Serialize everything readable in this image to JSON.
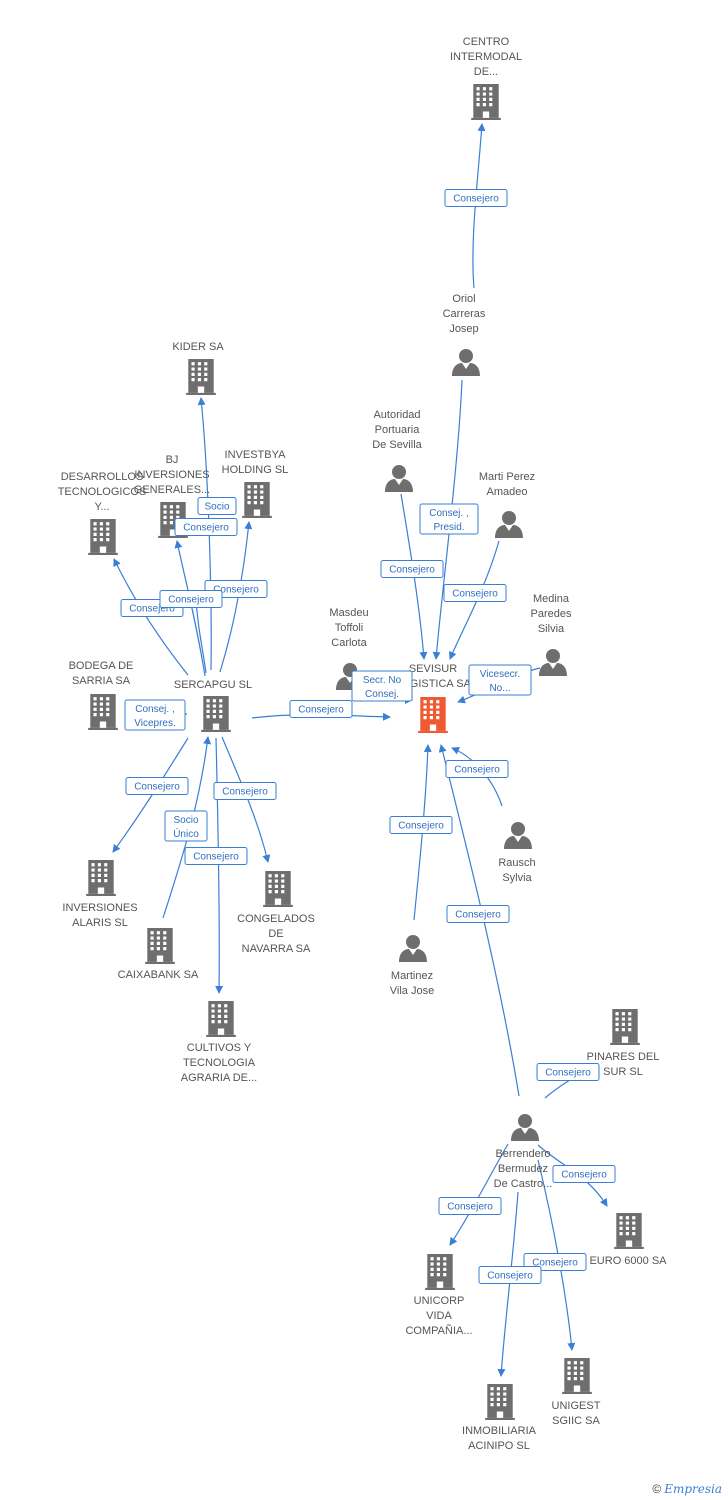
{
  "colors": {
    "node": "#6e6e6e",
    "focus": "#ef5a32",
    "edge": "#3a7fd5"
  },
  "nodes": [
    {
      "id": "centro",
      "type": "company",
      "label": [
        "CENTRO",
        "INTERMODAL",
        "DE..."
      ]
    },
    {
      "id": "oriol",
      "type": "person",
      "label": [
        "Oriol",
        "Carreras",
        "Josep"
      ]
    },
    {
      "id": "autoridad",
      "type": "person",
      "label": [
        "Autoridad",
        "Portuaria",
        "De Sevilla"
      ]
    },
    {
      "id": "marti",
      "type": "person",
      "label": [
        "Marti Perez",
        "Amadeo"
      ]
    },
    {
      "id": "medina",
      "type": "person",
      "label": [
        "Medina",
        "Paredes",
        "Silvia"
      ]
    },
    {
      "id": "masdeu",
      "type": "person",
      "label": [
        "Masdeu",
        "Toffoli",
        "Carlota"
      ]
    },
    {
      "id": "sevisur",
      "type": "focus",
      "label": [
        "SEVISUR",
        "LOGISTICA SA"
      ]
    },
    {
      "id": "rausch",
      "type": "person",
      "label": [
        "Rausch",
        "Sylvia"
      ]
    },
    {
      "id": "martinez",
      "type": "person",
      "label": [
        "Martinez",
        "Vila Jose"
      ]
    },
    {
      "id": "kider",
      "type": "company",
      "label": [
        "KIDER SA"
      ]
    },
    {
      "id": "bj",
      "type": "company",
      "label": [
        "BJ",
        "INVERSIONES",
        "GENERALES..."
      ]
    },
    {
      "id": "investbya",
      "type": "company",
      "label": [
        "INVESTBYA",
        "HOLDING SL"
      ]
    },
    {
      "id": "desarrollos",
      "type": "company",
      "label": [
        "DESARROLLOS",
        "TECNOLOGICOS",
        "Y..."
      ]
    },
    {
      "id": "bodega",
      "type": "company",
      "label": [
        "BODEGA DE",
        "SARRIA SA"
      ]
    },
    {
      "id": "sercapgu",
      "type": "company",
      "label": [
        "SERCAPGU SL"
      ]
    },
    {
      "id": "inversiones",
      "type": "company",
      "label": [
        "INVERSIONES",
        "ALARIS SL"
      ]
    },
    {
      "id": "caixabank",
      "type": "company",
      "label": [
        "CAIXABANK SA"
      ]
    },
    {
      "id": "congelados",
      "type": "company",
      "label": [
        "CONGELADOS",
        "DE",
        "NAVARRA SA"
      ]
    },
    {
      "id": "cultivos",
      "type": "company",
      "label": [
        "CULTIVOS Y",
        "TECNOLOGIA",
        "AGRARIA DE..."
      ]
    },
    {
      "id": "pinares",
      "type": "company",
      "label": [
        "PINARES DEL",
        "SUR SL"
      ]
    },
    {
      "id": "berrendero",
      "type": "person",
      "label": [
        "Berrendero",
        "Bermudez",
        "De Castro..."
      ]
    },
    {
      "id": "euro6000",
      "type": "company",
      "label": [
        "EURO 6000 SA"
      ]
    },
    {
      "id": "unicorp",
      "type": "company",
      "label": [
        "UNICORP",
        "VIDA",
        "COMPAÑIA..."
      ]
    },
    {
      "id": "unigest",
      "type": "company",
      "label": [
        "UNIGEST",
        "SGIIC SA"
      ]
    },
    {
      "id": "inmobiliaria",
      "type": "company",
      "label": [
        "INMOBILIARIA",
        "ACINIPO SL"
      ]
    }
  ],
  "edges": [
    {
      "from": "oriol",
      "to": "centro",
      "label": [
        "Consejero"
      ]
    },
    {
      "from": "oriol",
      "to": "sevisur",
      "label": [
        "Consej. ,",
        "Presid."
      ]
    },
    {
      "from": "autoridad",
      "to": "sevisur",
      "label": [
        "Consejero"
      ]
    },
    {
      "from": "marti",
      "to": "sevisur",
      "label": [
        "Consejero"
      ]
    },
    {
      "from": "masdeu",
      "to": "sevisur",
      "label": [
        "Secr.  No",
        "Consej."
      ]
    },
    {
      "from": "medina",
      "to": "sevisur",
      "label": [
        "Vicesecr.",
        "No..."
      ]
    },
    {
      "from": "sercapgu",
      "to": "sevisur",
      "label": [
        "Consejero"
      ]
    },
    {
      "from": "rausch",
      "to": "sevisur",
      "label": [
        "Consejero"
      ]
    },
    {
      "from": "martinez",
      "to": "sevisur",
      "label": [
        "Consejero"
      ]
    },
    {
      "from": "berrendero",
      "to": "sevisur",
      "label": [
        "Consejero"
      ]
    },
    {
      "from": "sercapgu",
      "to": "kider",
      "label": [
        "Socio"
      ]
    },
    {
      "from": "sercapgu",
      "to": "bj",
      "label": [
        "Consejero"
      ]
    },
    {
      "from": "sercapgu",
      "to": "investbya",
      "label": [
        "Consejero"
      ]
    },
    {
      "from": "sercapgu",
      "to": "desarrollos",
      "label": [
        "Consejero"
      ]
    },
    {
      "from": "sercapgu",
      "to": "kider",
      "label": [
        "Consejero"
      ]
    },
    {
      "from": "sercapgu",
      "to": "bodega",
      "label": [
        "Consej. ,",
        "Vicepres."
      ]
    },
    {
      "from": "sercapgu",
      "to": "inversiones",
      "label": [
        "Consejero"
      ]
    },
    {
      "from": "caixabank",
      "to": "sercapgu",
      "label": [
        "Socio",
        "Único"
      ]
    },
    {
      "from": "sercapgu",
      "to": "congelados",
      "label": [
        "Consejero"
      ]
    },
    {
      "from": "sercapgu",
      "to": "cultivos",
      "label": [
        "Consejero"
      ]
    },
    {
      "from": "berrendero",
      "to": "pinares",
      "label": [
        "Consejero"
      ]
    },
    {
      "from": "berrendero",
      "to": "euro6000",
      "label": [
        "Consejero"
      ]
    },
    {
      "from": "berrendero",
      "to": "unicorp",
      "label": [
        "Consejero"
      ]
    },
    {
      "from": "berrendero",
      "to": "unigest",
      "label": [
        "Consejero"
      ]
    },
    {
      "from": "berrendero",
      "to": "inmobiliaria",
      "label": [
        "Consejero"
      ]
    }
  ],
  "copyright": {
    "symbol": "©",
    "brand": "Empresia"
  }
}
